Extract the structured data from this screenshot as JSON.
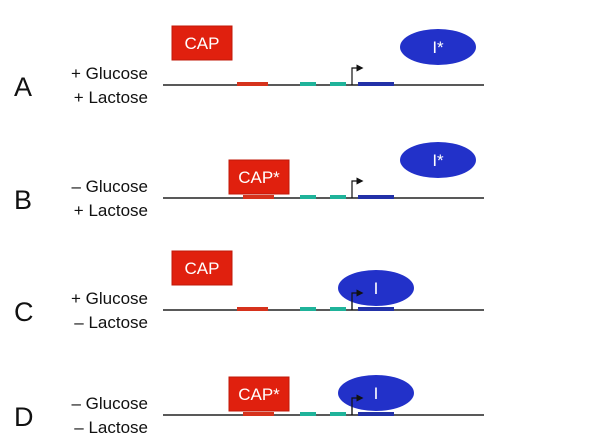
{
  "colors": {
    "cap": "#e0200e",
    "cap_dark": "#c01808",
    "repressor": "#2231c9",
    "operator": "#2231a8",
    "promoter": "#1fb39a",
    "cap_site": "#d6321c",
    "dna": "#222222"
  },
  "panels": [
    {
      "letter": "A",
      "glucose": "+ Glucose",
      "lactose": "+ Lactose",
      "cap_label": "CAP",
      "cap_bound": false,
      "repressor_label": "I*",
      "repressor_bound": false
    },
    {
      "letter": "B",
      "glucose": "– Glucose",
      "lactose": "+ Lactose",
      "cap_label": "CAP*",
      "cap_bound": true,
      "repressor_label": "I*",
      "repressor_bound": false
    },
    {
      "letter": "C",
      "glucose": "+ Glucose",
      "lactose": "– Lactose",
      "cap_label": "CAP",
      "cap_bound": false,
      "repressor_label": "I",
      "repressor_bound": true
    },
    {
      "letter": "D",
      "glucose": "– Glucose",
      "lactose": "– Lactose",
      "cap_label": "CAP*",
      "cap_bound": true,
      "repressor_label": "I",
      "repressor_bound": true
    }
  ]
}
